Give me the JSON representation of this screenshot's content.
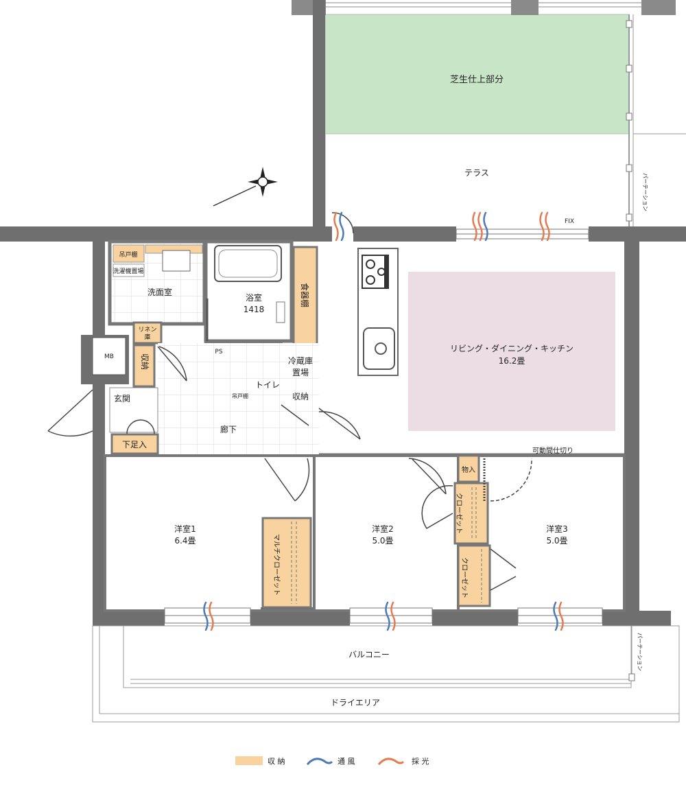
{
  "rooms": {
    "lawn": "芝生仕上部分",
    "terrace": "テラス",
    "fix": "FIX",
    "partition": "パーテーション",
    "ldk": "リビング・ダイニング・キッチン",
    "ldk_size": "16.2畳",
    "movable_partition": "可動間仕切り",
    "bathroom": "浴室",
    "bath_size": "1418",
    "washroom": "洗面室",
    "hanging_shelf": "吊戸棚",
    "washer_space": "洗濯機置場",
    "dish_shelf": "食器棚",
    "linen_l1": "リネン",
    "linen_l2": "庫",
    "storage": "収納",
    "mb": "MB",
    "ps": "PS",
    "toilet": "トイレ",
    "toilet_shelf": "吊戸棚",
    "fridge_l1": "冷蔵庫",
    "fridge_l2": "置場",
    "entrance": "玄関",
    "shoe_box": "下足入",
    "corridor": "廊下",
    "room1": "洋室1",
    "room1_size": "6.4畳",
    "room2": "洋室2",
    "room2_size": "5.0畳",
    "room3": "洋室3",
    "room3_size": "5.0畳",
    "multi_closet": "マルチクローゼット",
    "closet": "クローゼット",
    "items": "物入",
    "balcony": "バルコニー",
    "dry_area": "ドライエリア"
  },
  "legend": {
    "storage": "収 納",
    "ventilation": "通 風",
    "daylight": "採 光"
  },
  "colors": {
    "storage": "#f8d3a0",
    "lawn": "#c9e5c8",
    "ldk": "#ecdde4",
    "wall": "#6f6f6f",
    "ventilation": "#4d79b6",
    "daylight": "#e57a4f"
  }
}
